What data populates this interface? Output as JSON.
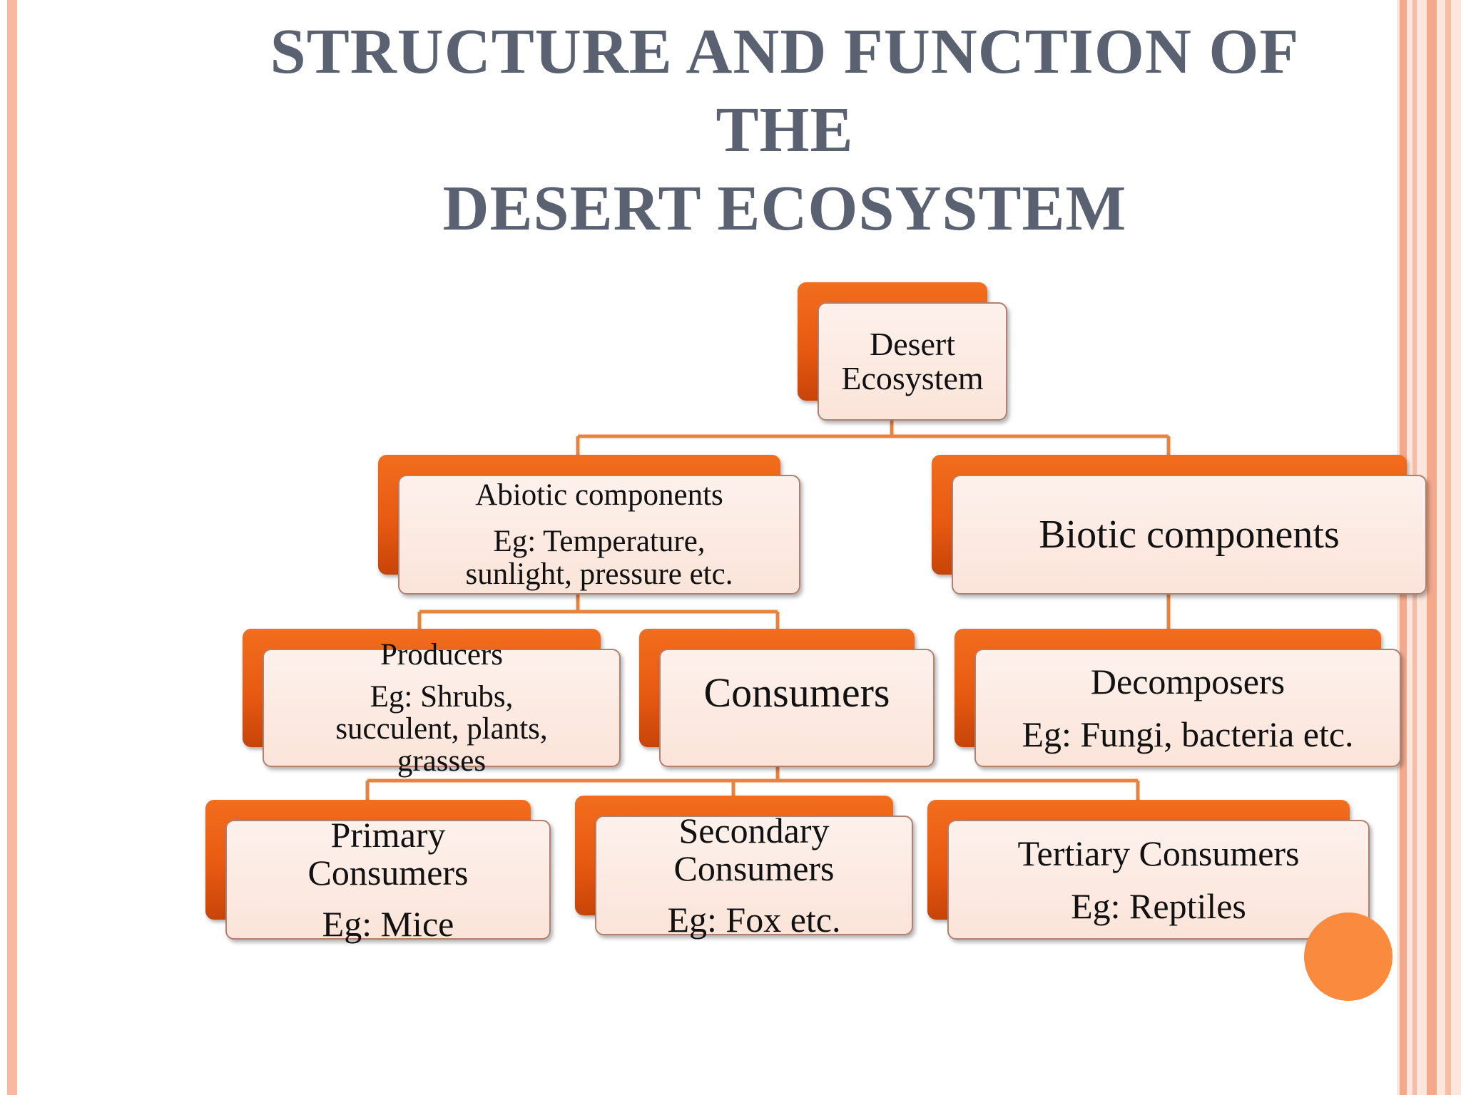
{
  "slide": {
    "title_lines": [
      "STRUCTURE AND FUNCTION OF",
      "THE",
      "DESERT ECOSYSTEM"
    ]
  },
  "colors": {
    "title": "#5a6170",
    "box_accent": "#e85a12",
    "box_face": "#fbe4d9",
    "connector": "#e8823e",
    "stripe": "#f7b9a2",
    "decor_circle": "#f98a3e"
  },
  "diagram": {
    "root": {
      "lines": [
        "Desert",
        "Ecosystem"
      ]
    },
    "abiotic": {
      "lines": [
        "Abiotic components",
        "Eg: Temperature,",
        "sunlight, pressure etc."
      ]
    },
    "biotic": {
      "lines": [
        "Biotic components"
      ]
    },
    "producers": {
      "lines": [
        "Producers",
        "Eg: Shrubs,",
        "succulent, plants,",
        "grasses"
      ]
    },
    "consumers": {
      "lines": [
        "Consumers"
      ]
    },
    "decomposers": {
      "lines": [
        "Decomposers",
        "Eg: Fungi, bacteria etc."
      ]
    },
    "primary": {
      "lines": [
        "Primary",
        "Consumers",
        "Eg: Mice"
      ]
    },
    "secondary": {
      "lines": [
        "Secondary",
        "Consumers",
        "Eg: Fox etc."
      ]
    },
    "tertiary": {
      "lines": [
        "Tertiary Consumers",
        "Eg: Reptiles"
      ]
    }
  }
}
